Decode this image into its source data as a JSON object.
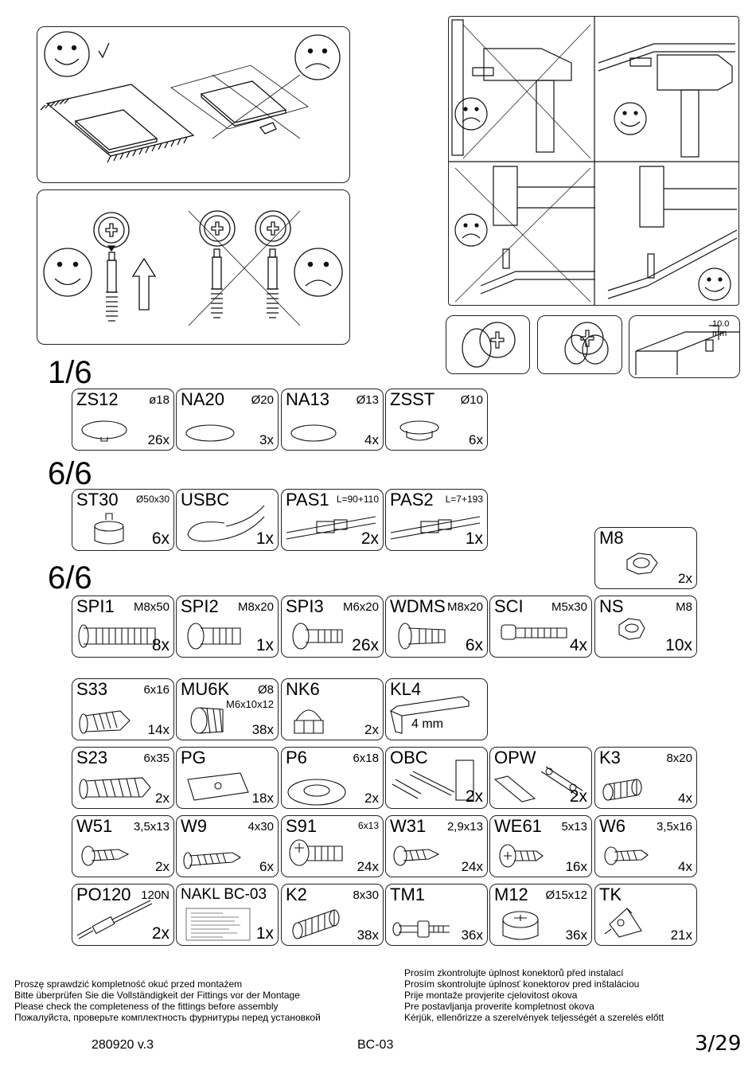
{
  "sections": {
    "s1": "1/6",
    "s2": "6/6",
    "s3": "6/6"
  },
  "illustrations": {
    "dowel_depth": "10.0 mm"
  },
  "fittings": {
    "ZS12": {
      "code": "ZS12",
      "dim": "ø18",
      "qty": "26x"
    },
    "NA20": {
      "code": "NA20",
      "dim": "Ø20",
      "qty": "3x"
    },
    "NA13": {
      "code": "NA13",
      "dim": "Ø13",
      "qty": "4x"
    },
    "ZSST": {
      "code": "ZSST",
      "dim": "Ø10",
      "qty": "6x"
    },
    "ST30": {
      "code": "ST30",
      "dim": "Ø50x30",
      "qty": "6x"
    },
    "USBC": {
      "code": "USBC",
      "dim": "",
      "qty": "1x"
    },
    "PAS1": {
      "code": "PAS1",
      "dim": "L=90+110",
      "qty": "2x"
    },
    "PAS2": {
      "code": "PAS2",
      "dim": "L=7+193",
      "qty": "1x"
    },
    "M8": {
      "code": "M8",
      "dim": "",
      "qty": "2x"
    },
    "SPI1": {
      "code": "SPI1",
      "dim": "M8x50",
      "qty": "8x"
    },
    "SPI2": {
      "code": "SPI2",
      "dim": "M8x20",
      "qty": "1x"
    },
    "SPI3": {
      "code": "SPI3",
      "dim": "M6x20",
      "qty": "26x"
    },
    "WDMS": {
      "code": "WDMS",
      "dim": "M8x20",
      "qty": "6x"
    },
    "SCI": {
      "code": "SCI",
      "dim": "M5x30",
      "qty": "4x"
    },
    "NS": {
      "code": "NS",
      "dim": "M8",
      "qty": "10x"
    },
    "S33": {
      "code": "S33",
      "dim": "6x16",
      "qty": "14x"
    },
    "MU6K": {
      "code": "MU6K",
      "dim": "Ø8",
      "dim2": "M6x10x12",
      "qty": "38x"
    },
    "NK6": {
      "code": "NK6",
      "dim": "",
      "qty": "2x"
    },
    "KL4": {
      "code": "KL4",
      "dim": "",
      "inner": "4 mm",
      "qty": ""
    },
    "S23": {
      "code": "S23",
      "dim": "6x35",
      "qty": "2x"
    },
    "PG": {
      "code": "PG",
      "dim": "",
      "qty": "18x"
    },
    "P6": {
      "code": "P6",
      "dim": "6x18",
      "qty": "2x"
    },
    "OBC": {
      "code": "OBC",
      "dim": "",
      "qty": "2x"
    },
    "OPW": {
      "code": "OPW",
      "dim": "",
      "qty": "2x"
    },
    "K3": {
      "code": "K3",
      "dim": "8x20",
      "qty": "4x"
    },
    "W51": {
      "code": "W51",
      "dim": "3,5x13",
      "qty": "2x"
    },
    "W9": {
      "code": "W9",
      "dim": "4x30",
      "qty": "6x"
    },
    "S91": {
      "code": "S91",
      "dim": "6x13",
      "qty": "24x"
    },
    "W31": {
      "code": "W31",
      "dim": "2,9x13",
      "qty": "24x"
    },
    "WE61": {
      "code": "WE61",
      "dim": "5x13",
      "qty": "16x"
    },
    "W6": {
      "code": "W6",
      "dim": "3,5x16",
      "qty": "4x"
    },
    "PO120": {
      "code": "PO120",
      "dim": "120N",
      "qty": "2x"
    },
    "NAKL": {
      "code": "NAKL BC-03",
      "dim": "",
      "qty": "1x"
    },
    "K2": {
      "code": "K2",
      "dim": "8x30",
      "qty": "38x"
    },
    "TM1": {
      "code": "TM1",
      "dim": "",
      "qty": "36x"
    },
    "M12": {
      "code": "M12",
      "dim": "Ø15x12",
      "qty": "36x"
    },
    "TK": {
      "code": "TK",
      "dim": "",
      "qty": "21x"
    }
  },
  "notes_left": [
    "Proszę sprawdzić kompletność okuć przed montażem",
    "Bitte überprüfen Sie die Vollständigkeit der Fittings vor der Montage",
    "Please check the completeness of the fittings before assembly",
    "Пожалуйста, проверьте комплектность фурнитуры перед установкой"
  ],
  "notes_right": [
    "Prosím zkontrolujte úplnost konektorů před instalací",
    "Prosím skontrolujte úplnosť konektorov pred inštaláciou",
    "Prije montaže provjerite cjelovitost okova",
    "Pre postavljanja proverite kompletnost okova",
    "Kérjük, ellenőrizze a szerelvények teljességét a szerelés előtt"
  ],
  "footer": {
    "date_version": "280920  v.3",
    "model": "BC-03",
    "page": "3/29"
  }
}
